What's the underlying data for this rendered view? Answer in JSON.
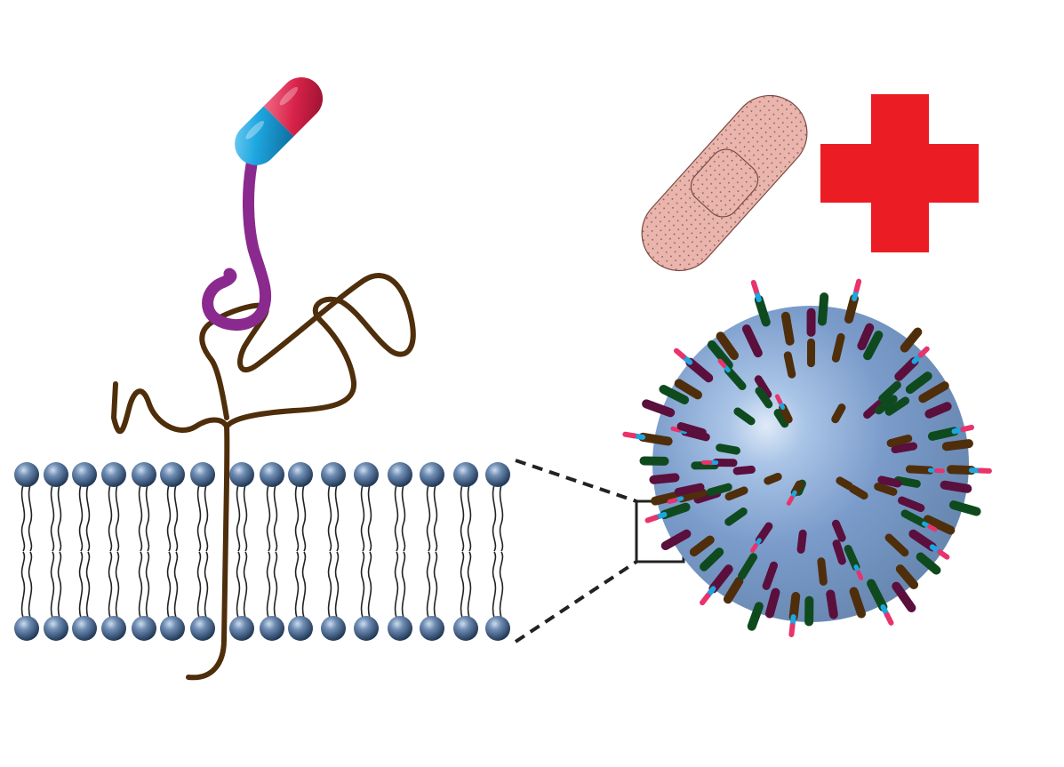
{
  "figure": {
    "kind": "illustration",
    "text_labels": []
  },
  "colors": {
    "background": "#ffffff",
    "lipid_head_light": "#b4c8e0",
    "lipid_head_mid": "#5f7fa8",
    "lipid_head_dark": "#1d3553",
    "lipid_tail": "#222222",
    "protein_chain": "#4f2e0c",
    "linker": "#8b2a8e",
    "capsule_blue": "#1ea6e0",
    "capsule_red": "#d9234a",
    "bandage_fill": "#e9b5ad",
    "bandage_stroke": "#7a4a44",
    "medical_cross": "#ec1c24",
    "nanoparticle_center": "#d4e3f5",
    "nanoparticle_edge": "#6f8fb7",
    "ligand_dark_brown": "#4f2e0c",
    "ligand_maroon": "#5a0f3c",
    "ligand_green": "#0f4a1f",
    "tag_blue": "#1ea6e0",
    "tag_pink": "#e8336b",
    "zoom_lines": "#222222"
  },
  "icons": [
    "lipid-bilayer",
    "transmembrane-protein-chain",
    "drug-capsule-icon",
    "bandage-icon",
    "medical-cross-icon",
    "nanoparticle-icon",
    "zoom-box"
  ]
}
